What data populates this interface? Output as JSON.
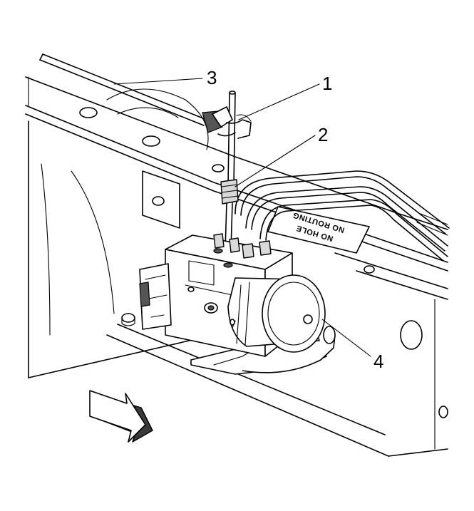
{
  "callouts": {
    "c1": "1",
    "c2": "2",
    "c3": "3",
    "c4": "4"
  },
  "stamp": {
    "line1": "NO HOLE",
    "line2": "NO ROUTING"
  },
  "icons": {
    "direction_arrow": "forward-direction-arrow-icon"
  }
}
